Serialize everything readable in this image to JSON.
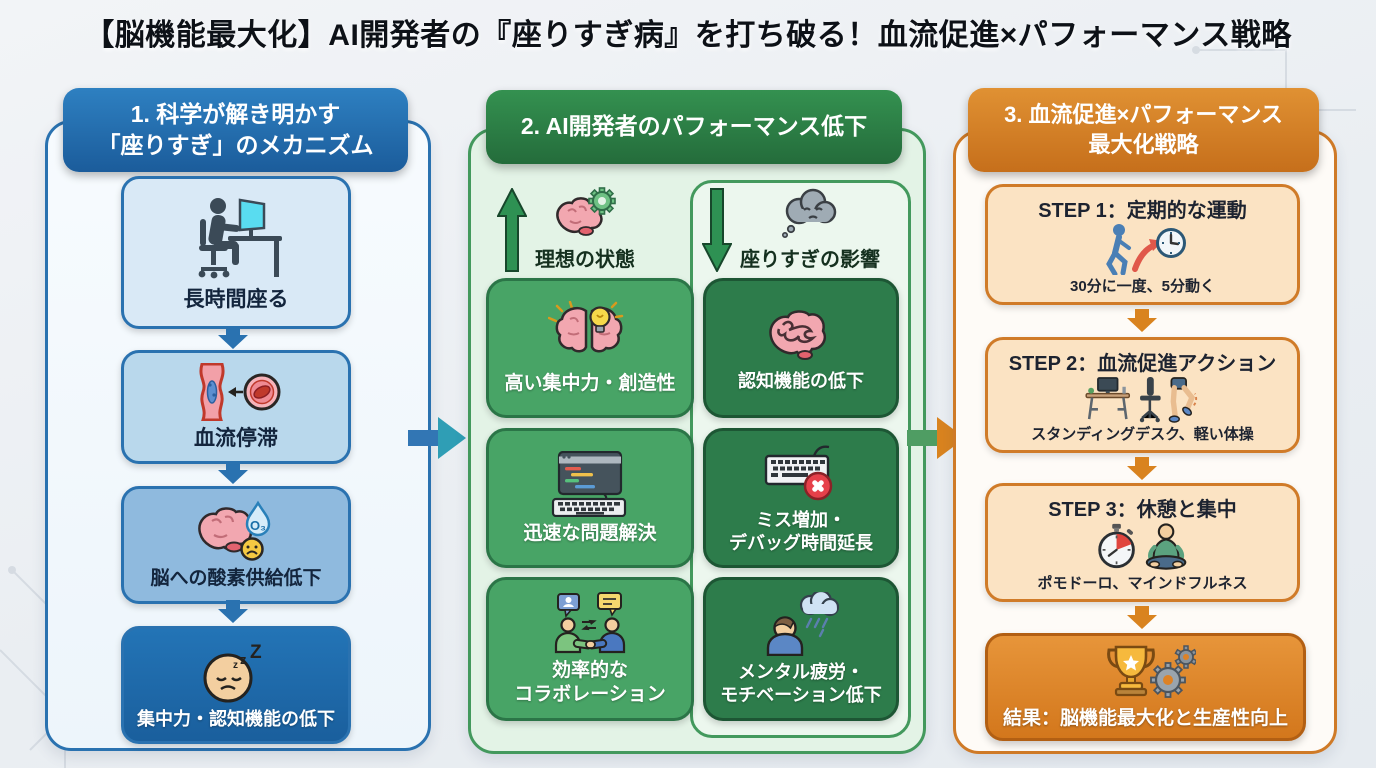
{
  "title": "【脳機能最大化】AI開発者の『座りすぎ病』を打ち破る！血流促進×パフォーマンス戦略",
  "colors": {
    "accent_blue": "#2a72b0",
    "accent_green": "#3c9a5f",
    "accent_orange": "#d07b28",
    "box_blue_light": "#d9e9f6",
    "box_blue_mid": "#b9d8ec",
    "box_blue_deep": "#8fbade",
    "box_blue_dark": "#1f6cad",
    "box_green_mid": "#48a466",
    "box_green_dark": "#2d7c4b",
    "box_orange_light": "#fbe3c3",
    "box_orange_dark": "#e0872b"
  },
  "columns": {
    "mechanism": {
      "header": "1. 科学が解き明かす\n「座りすぎ」のメカニズム",
      "steps": [
        {
          "label": "長時間座る",
          "icon": "person-sitting-desk-icon"
        },
        {
          "label": "血流停滞",
          "icon": "blood-vessel-icon"
        },
        {
          "label": "脳への酸素供給低下",
          "icon": "brain-oxygen-icon"
        },
        {
          "label": "集中力・認知機能の低下",
          "icon": "sleepy-face-icon"
        }
      ]
    },
    "performance": {
      "header": "2. AI開発者のパフォーマンス低下",
      "ideal": {
        "label": "理想の状態",
        "icon": "brain-gear-icon",
        "arrow": "up-arrow-icon",
        "items": [
          {
            "label": "高い集中力・創造性",
            "icon": "brain-bulb-icon"
          },
          {
            "label": "迅速な問題解決",
            "icon": "code-keyboard-icon"
          },
          {
            "label": "効率的な\nコラボレーション",
            "icon": "collaboration-icon"
          }
        ]
      },
      "impact": {
        "label": "座りすぎの影響",
        "icon": "gloomy-cloud-icon",
        "arrow": "down-arrow-icon",
        "items": [
          {
            "label": "認知機能の低下",
            "icon": "tangled-brain-icon"
          },
          {
            "label": "ミス増加・\nデバッグ時間延長",
            "icon": "keyboard-error-icon"
          },
          {
            "label": "メンタル疲労・\nモチベーション低下",
            "icon": "rain-person-icon"
          }
        ]
      }
    },
    "strategy": {
      "header": "3. 血流促進×パフォーマンス\n最大化戦略",
      "steps": [
        {
          "title": "STEP 1：定期的な運動",
          "caption": "30分に一度、5分動く",
          "icon": "walking-clock-icon"
        },
        {
          "title": "STEP 2：血流促進アクション",
          "caption": "スタンディングデスク、軽い体操",
          "icon": "desk-chair-stretch-icon"
        },
        {
          "title": "STEP 3：休憩と集中",
          "caption": "ポモドーロ、マインドフルネス",
          "icon": "pomodoro-mindfulness-icon"
        }
      ],
      "result": {
        "label": "結果：脳機能最大化と生産性向上",
        "icon": "trophy-gear-icon"
      }
    }
  }
}
